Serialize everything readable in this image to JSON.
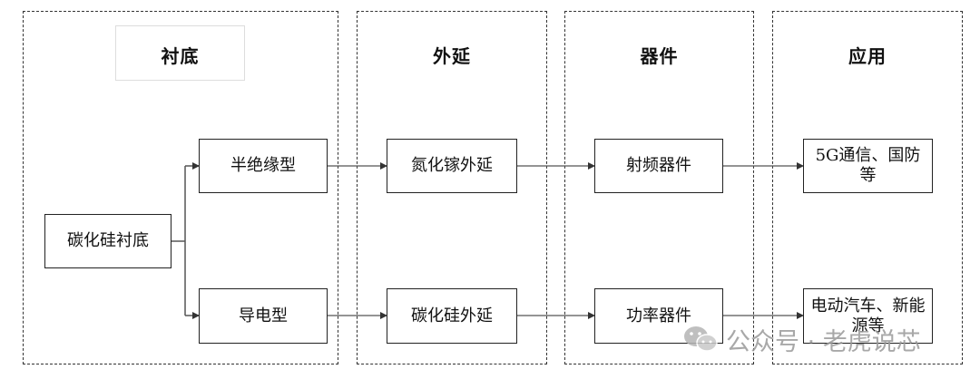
{
  "columns": {
    "substrate": {
      "title": "衬底"
    },
    "epitaxy": {
      "title": "外延"
    },
    "device": {
      "title": "器件"
    },
    "application": {
      "title": "应用"
    }
  },
  "nodes": {
    "sic_substrate": "碳化硅衬底",
    "semi_insulating": "半绝缘型",
    "conductive": "导电型",
    "gan_epitaxy": "氮化镓外延",
    "sic_epitaxy": "碳化硅外延",
    "rf_device": "射频器件",
    "power_device": "功率器件",
    "app_5g": "5G通信、国防等",
    "app_ev": "电动汽车、新能源等"
  },
  "watermark": {
    "text": "公众号 · 老虎说芯",
    "icon": "wechat-icon"
  },
  "colors": {
    "line": "#555555",
    "border": "#222222",
    "watermark": "#9a9a9a"
  }
}
